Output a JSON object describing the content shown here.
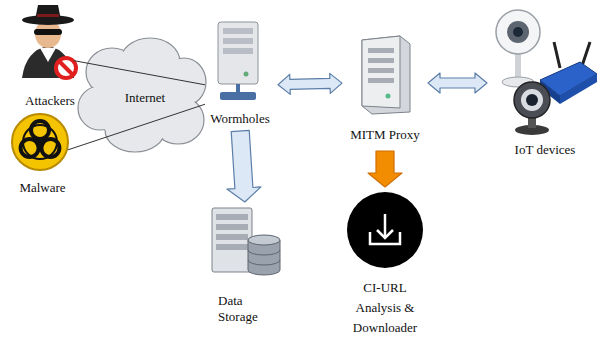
{
  "diagram": {
    "nodes": [
      {
        "text": [
          "Attackers"
        ]
      },
      {
        "text": [
          "Malware"
        ]
      },
      {
        "text": [
          "Internet"
        ]
      },
      {
        "text": [
          "Wormholes"
        ]
      },
      {
        "text": [
          "MITM Proxy"
        ]
      },
      {
        "text": [
          "IoT devices"
        ]
      },
      {
        "text": [
          "Data Storage"
        ]
      },
      {
        "text": [
          "CI-URL Analysis & Downloader"
        ]
      }
    ],
    "edges": [
      {
        "from": 0,
        "to": 3,
        "arrow": "none"
      },
      {
        "from": 1,
        "to": 3,
        "arrow": "none"
      },
      {
        "from": 3,
        "to": 4,
        "arrow": "both"
      },
      {
        "from": 4,
        "to": 5,
        "arrow": "both"
      },
      {
        "from": 3,
        "to": 6,
        "arrow": "to"
      },
      {
        "from": 4,
        "to": 7,
        "arrow": "to"
      }
    ]
  }
}
